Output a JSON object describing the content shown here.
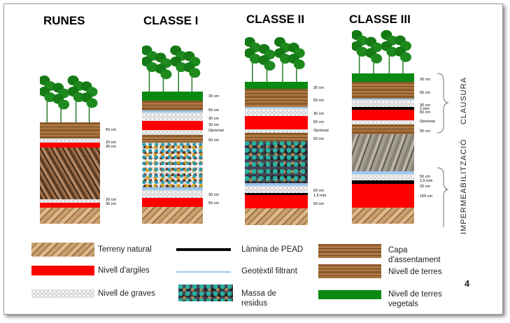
{
  "columns": [
    {
      "title": "RUNES",
      "labels": [
        "50 cm",
        "20 cm",
        "30 cm",
        "20 cm",
        "30 cm"
      ]
    },
    {
      "title": "CLASSE I",
      "labels": [
        "30 cm",
        "50 cm",
        "30 cm",
        "30 cm",
        "Opcional",
        "50 cm",
        "30 cm",
        "50 cm"
      ]
    },
    {
      "title": "CLASSE II",
      "labels": [
        "30 cm",
        "50 cm",
        "30 cm",
        "60 cm",
        "Opcional",
        "50 cm",
        "60 cm",
        "1,5 mm",
        "50 cm"
      ]
    },
    {
      "title": "CLASSE III",
      "labels": [
        "30 cm",
        "50 cm",
        "30 cm",
        "2 mm",
        "50 cm",
        "Opcional",
        "50 cm",
        "50 cm",
        "2,5 mm",
        "20 cm",
        "150 cm"
      ]
    }
  ],
  "brackets": {
    "top": "CLAUSURA",
    "bottom": "IMPERMEABILITZACIÓ"
  },
  "legend": [
    {
      "label": "Terreny natural",
      "type": "natural"
    },
    {
      "label": "Nivell d'argiles",
      "type": "red"
    },
    {
      "label": "Nivell de graves",
      "type": "gravel"
    },
    {
      "label": "Làmina de PEAD",
      "type": "black"
    },
    {
      "label": "Geotèxtil filtrant",
      "type": "blue"
    },
    {
      "label": "Massa de residus",
      "type": "waste"
    },
    {
      "label": "Capa d'assentament",
      "type": "brown"
    },
    {
      "label": "Nivell de terres",
      "type": "brown"
    },
    {
      "label": "Nivell de terres vegetals",
      "type": "green"
    }
  ],
  "page_number": "4",
  "colors": {
    "clay": "#ff0000",
    "vegetal": "#0a8a12",
    "geotextile": "#9cc8f0",
    "pead": "#000000"
  }
}
